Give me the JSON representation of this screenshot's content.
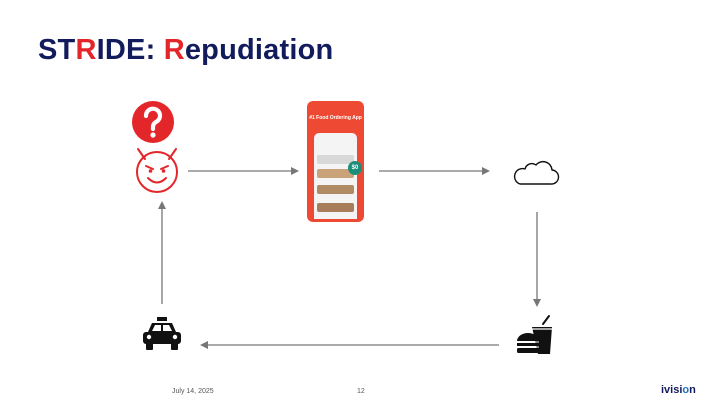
{
  "title": {
    "part1": "ST",
    "part2": "R",
    "part3": "IDE: ",
    "part4": "R",
    "part5": "epudiation"
  },
  "phone": {
    "headline": "#1 Food Ordering App",
    "badge": "$0"
  },
  "footer": {
    "date": "July 14, 2025",
    "page": "12"
  },
  "logo": {
    "prefix": "ivisi",
    "o": "o",
    "suffix": "n"
  },
  "icons": [
    "question-icon",
    "devil-icon",
    "phone-app-image",
    "cloud-icon",
    "food-icon",
    "taxi-icon"
  ],
  "colors": {
    "title": "#121b5c",
    "accent": "#e3262a",
    "arrow": "#777777"
  }
}
